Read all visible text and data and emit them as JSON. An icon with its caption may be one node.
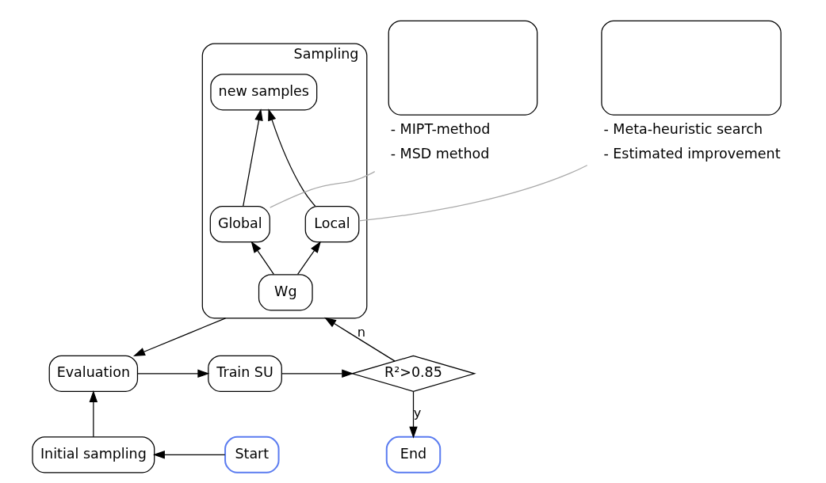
{
  "diagram": {
    "nodes": [
      {
        "text": [
          "Sampling"
        ]
      },
      {
        "text": [
          "new samples"
        ],
        "in": 0
      },
      {
        "text": [
          "Global"
        ],
        "in": 0
      },
      {
        "text": [
          "Local"
        ],
        "in": 0
      },
      {
        "text": [
          "Wg"
        ],
        "in": 0
      },
      {
        "text": [],
        "shape": "box",
        "beside": [
          "- MIPT-method",
          "- MSD method"
        ]
      },
      {
        "text": [],
        "shape": "box",
        "beside": [
          "- Meta-heuristic search",
          "- Estimated improvement"
        ]
      },
      {
        "text": [
          "Evaluation"
        ]
      },
      {
        "text": [
          "Train SU"
        ]
      },
      {
        "text": [
          "R²>0.85"
        ]
      },
      {
        "text": [
          "End"
        ]
      },
      {
        "text": [
          "Initial sampling"
        ]
      },
      {
        "text": [
          "Start"
        ]
      }
    ],
    "edges": [
      {
        "from": 0,
        "to": 7,
        "arrow": "to"
      },
      {
        "from": 7,
        "to": 8,
        "arrow": "to"
      },
      {
        "from": 8,
        "to": 9,
        "arrow": "to"
      },
      {
        "from": 9,
        "to": 0,
        "arrow": "to",
        "label": "n"
      },
      {
        "from": 9,
        "to": 10,
        "arrow": "to",
        "label": "y"
      },
      {
        "from": 11,
        "to": 7,
        "arrow": "to"
      },
      {
        "from": 12,
        "to": 11,
        "arrow": "to"
      },
      {
        "from": 4,
        "to": 2,
        "arrow": "to"
      },
      {
        "from": 4,
        "to": 3,
        "arrow": "to"
      },
      {
        "from": 2,
        "to": 1,
        "arrow": "to"
      },
      {
        "from": 3,
        "to": 1,
        "arrow": "to"
      },
      {
        "from": 5,
        "to": 2,
        "arrow": "none",
        "color": "#aaaaaa"
      },
      {
        "from": 6,
        "to": 3,
        "arrow": "none",
        "color": "#aaaaaa"
      }
    ]
  }
}
